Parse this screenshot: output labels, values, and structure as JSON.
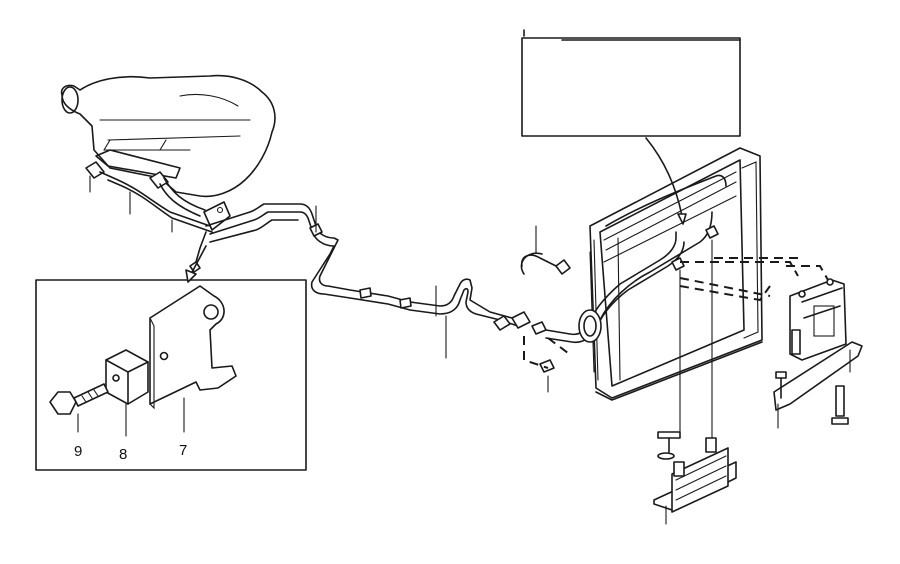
{
  "detail_callouts": [
    {
      "id": "bolt",
      "label": "9"
    },
    {
      "id": "clamp-block",
      "label": "8"
    },
    {
      "id": "bracket",
      "label": "7"
    }
  ],
  "colors": {
    "ink": "#1a1a1a",
    "background": "#ffffff"
  }
}
